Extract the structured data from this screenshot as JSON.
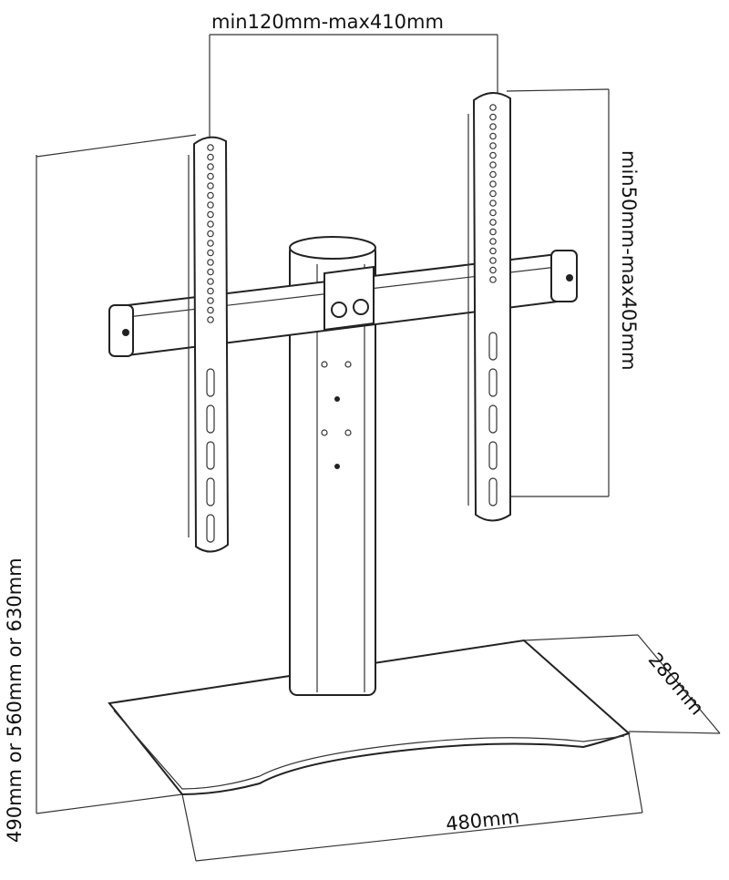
{
  "dimensions": {
    "bracket_width": "min120mm-max410mm",
    "bracket_height": "min50mm-max405mm",
    "total_height": "490mm or 560mm or 630mm",
    "base_depth": "280mm",
    "base_width": "480mm"
  }
}
